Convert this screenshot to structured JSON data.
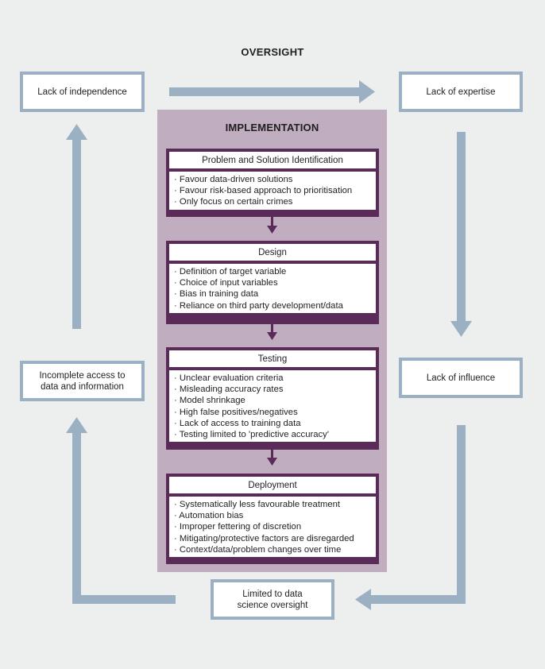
{
  "oversight_title": "OVERSIGHT",
  "implementation_title": "IMPLEMENTATION",
  "boxes": {
    "lack_independence": "Lack of independence",
    "lack_expertise": "Lack of expertise",
    "lack_influence": "Lack of influence",
    "incomplete_access_line1": "Incomplete access to",
    "incomplete_access_line2": "data and information",
    "limited_line1": "Limited to data",
    "limited_line2": "science oversight"
  },
  "stages": [
    {
      "title": "Problem and Solution Identification",
      "items": [
        "· Favour data-driven solutions",
        "· Favour risk-based approach to prioritisation",
        "· Only focus on certain crimes"
      ]
    },
    {
      "title": "Design",
      "items": [
        "· Definition of target variable",
        "· Choice of input variables",
        "· Bias in training data",
        "· Reliance on third party development/data"
      ]
    },
    {
      "title": "Testing",
      "items": [
        "· Unclear evaluation criteria",
        "· Misleading accuracy rates",
        "· Model shrinkage",
        "· High false positives/negatives",
        "· Lack of access to training data",
        "· Testing limited to 'predictive accuracy'"
      ]
    },
    {
      "title": "Deployment",
      "items": [
        "· Systematically less favourable treatment",
        "· Automation bias",
        "· Improper fettering of discretion",
        "· Mitigating/protective factors are disregarded",
        "· Context/data/problem changes over time"
      ]
    }
  ],
  "colors": {
    "arrow": "#9bb0c3",
    "stage_border": "#5a2a58",
    "implementation_bg": "#c0adbf"
  }
}
